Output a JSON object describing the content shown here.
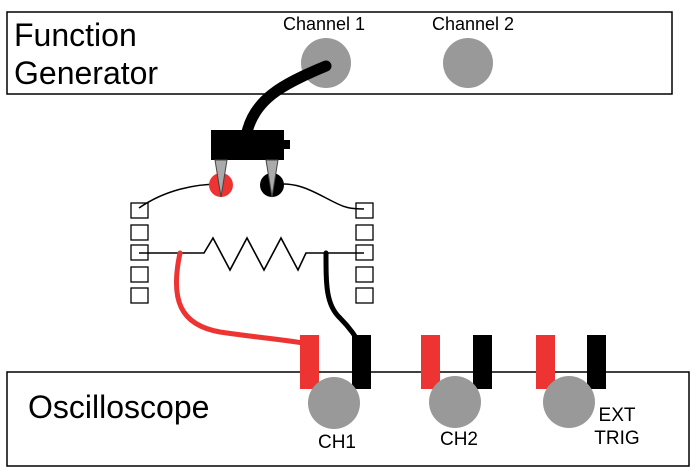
{
  "function_generator": {
    "title_line1": "Function",
    "title_line2": "Generator",
    "channel1_label": "Channel 1",
    "channel2_label": "Channel 2"
  },
  "oscilloscope": {
    "title": "Oscilloscope",
    "ch1_label": "CH1",
    "ch2_label": "CH2",
    "ext_trig_line1": "EXT",
    "ext_trig_line2": "TRIG"
  },
  "colors": {
    "box_stroke": "#000000",
    "connector_gray": "#999999",
    "red_lead": "#ee3333",
    "black_lead": "#000000",
    "background": "#ffffff"
  },
  "icons": {
    "resistor": "resistor-zigzag-icon",
    "probe": "probe-clip-icon",
    "breadboard": "breadboard-terminal-icon"
  }
}
